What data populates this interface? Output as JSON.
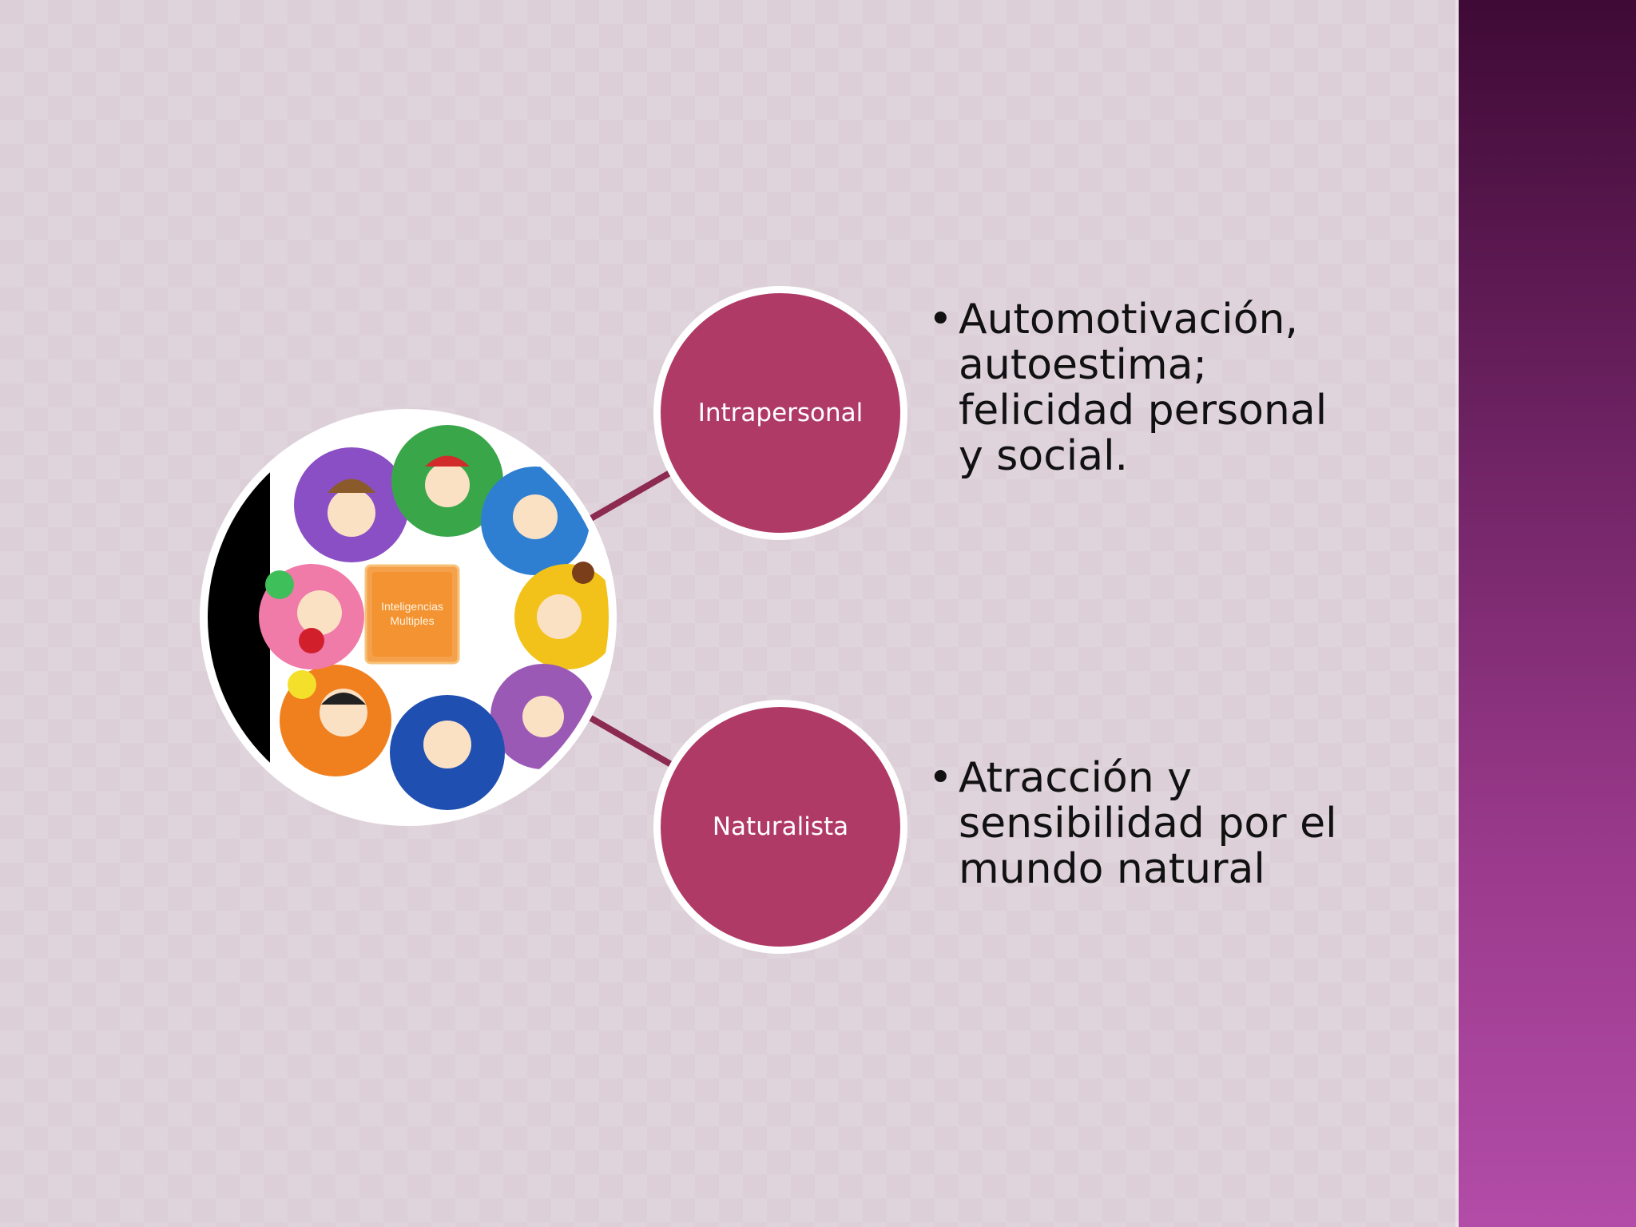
{
  "slide": {
    "colors": {
      "node_fill": "#b03a66",
      "connector": "#8c2a52",
      "side_band_top": "#3f0a35",
      "side_band_bottom": "#b24ca8"
    }
  },
  "picture": {
    "icon": "multiple-intelligences-children-illustration",
    "center_label": "Inteligencias Multiples"
  },
  "nodes": [
    {
      "label": "Intrapersonal",
      "bullet": "Automotivación, autoestima; felicidad personal y social."
    },
    {
      "label": "Naturalista",
      "bullet": "Atracción y sensibilidad por el mundo natural"
    }
  ]
}
